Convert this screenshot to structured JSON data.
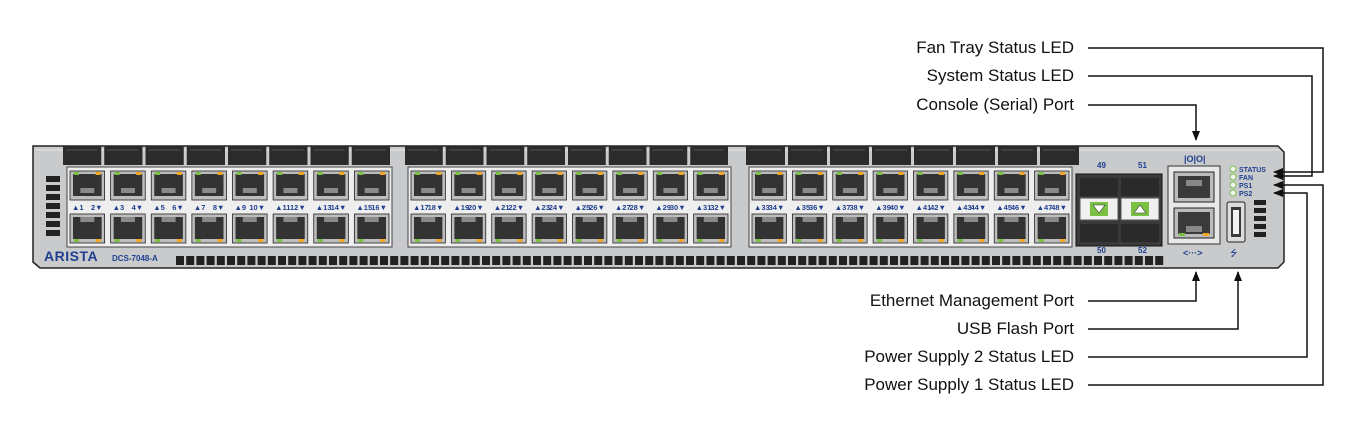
{
  "device": {
    "brand": "ARISTA",
    "model": "DCS-7048-A",
    "sfp_top_labels": [
      "49",
      "51"
    ],
    "sfp_bottom_labels": [
      "50",
      "52"
    ],
    "led_labels": [
      "STATUS",
      "FAN",
      "PS1",
      "PS2"
    ],
    "console_symbol": "|O|O|",
    "mgmt_symbol": "<···>",
    "usb_symbol": "⭍",
    "port_groups": [
      [
        "▲1",
        "2▼",
        "▲3",
        "4▼",
        "▲5",
        "6▼",
        "▲7",
        "8▼",
        "▲9",
        "10▼",
        "▲11",
        "12▼",
        "▲13",
        "14▼",
        "▲15",
        "16▼"
      ],
      [
        "▲17",
        "18▼",
        "▲19",
        "20▼",
        "▲21",
        "22▼",
        "▲23",
        "24▼",
        "▲25",
        "26▼",
        "▲27",
        "28▼",
        "▲29",
        "30▼",
        "▲31",
        "32▼"
      ],
      [
        "▲33",
        "34▼",
        "▲35",
        "36▼",
        "▲37",
        "38▼",
        "▲39",
        "40▼",
        "▲41",
        "42▼",
        "▲43",
        "44▼",
        "▲45",
        "46▼",
        "▲47",
        "48▼"
      ]
    ]
  },
  "callouts": {
    "fan_tray": "Fan Tray Status LED",
    "system_status": "System Status LED",
    "console": "Console (Serial) Port",
    "ethernet_mgmt": "Ethernet Management Port",
    "usb": "USB Flash Port",
    "ps2": "Power Supply 2 Status LED",
    "ps1": "Power Supply 1 Status LED"
  },
  "colors": {
    "chassis": "#c9cacc",
    "port_led_green": "#7ac143",
    "port_led_amber": "#f5a623",
    "label_blue": "#1f3f8f"
  }
}
